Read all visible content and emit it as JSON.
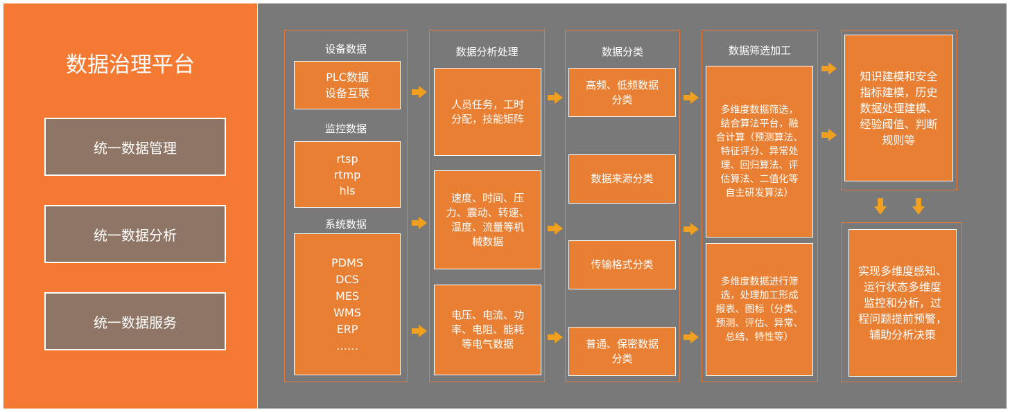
{
  "sidebar": {
    "title": "数据治理平台",
    "items": [
      {
        "label": "统一数据管理"
      },
      {
        "label": "统一数据分析"
      },
      {
        "label": "统一数据服务"
      }
    ]
  },
  "columns": {
    "device": {
      "header1": "设备数据",
      "box1": "PLC数据\n设备互联",
      "header2": "监控数据",
      "box2": "rtsp\nrtmp\nhls",
      "header3": "系统数据",
      "box3": "PDMS\nDCS\nMES\nWMS\nERP\n……"
    },
    "analysis": {
      "header": "数据分析处理",
      "box1": "人员任务，工时\n分配，技能矩阵",
      "box2": "速度、时间、压\n力、震动、转速、\n温度、流量等机\n械数据",
      "box3": "电压、电流、功\n率、电阻、能耗\n等电气数据"
    },
    "classify": {
      "header": "数据分类",
      "box1": "高频、低频数据\n分类",
      "box2": "数据来源分类",
      "box3": "传输格式分类",
      "box4": "普通、保密数据\n分类"
    },
    "filter": {
      "header": "数据筛选加工",
      "box1": "多维度数据筛选，\n结合算法平台，融\n合计算（预测算法、\n特征评分、异常处\n理、回归算法、评\n估算法、二值化等\n自主研发算法）",
      "box2": "多维度数据进行筛\n选，处理加工形成\n报表、图标（分类、\n预测、评估、异常、\n总结、特性等）"
    },
    "output": {
      "box1": "知识建模和安全\n指标建模，历史\n数据处理建模、\n经验阈值、判断\n规则等",
      "box2": "实现多维度感知、\n运行状态多维度\n监控和分析，过\n程问题提前预警，\n辅助分析决策"
    }
  },
  "colors": {
    "sidebar_bg": "#f47a33",
    "main_bg": "#797979",
    "box_fill": "#e87f33",
    "menu_fill": "#8e7565",
    "arrow": "#f0a020"
  }
}
